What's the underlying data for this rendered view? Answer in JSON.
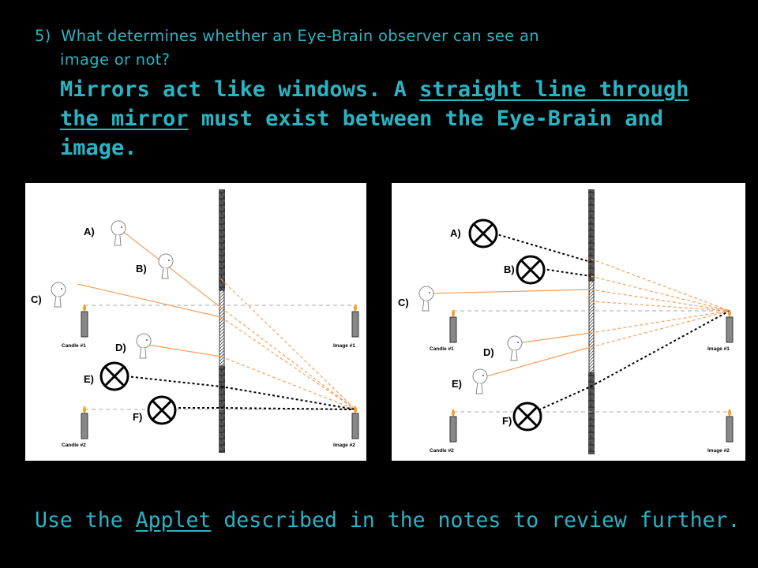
{
  "question": {
    "number": "5)",
    "line1": "What determines whether an Eye-Brain observer can see an",
    "line2": "image or not?"
  },
  "answer": {
    "part1": "Mirrors act like windows. A ",
    "underline1": "straight line through",
    "underline2": "the mirror",
    "part2": " must exist between the Eye-Brain and image."
  },
  "footer": {
    "before": "Use the ",
    "link": "Applet",
    "after": " described in the notes to review further."
  },
  "colors": {
    "text": "#2ab3c4",
    "background": "#000000",
    "ray_orange": "#f5a05a",
    "blocked": "#000000"
  },
  "left_diagram": {
    "labels": [
      "A)",
      "B)",
      "C)",
      "D)",
      "E)",
      "F)"
    ],
    "candle1": "Candle #1",
    "candle2": "Candle #2",
    "image1": "Image #1",
    "image2": "Image #2"
  },
  "right_diagram": {
    "labels": [
      "A)",
      "B)",
      "C)",
      "D)",
      "E)",
      "F)"
    ],
    "candle1": "Candle #1",
    "candle2": "Candle #2",
    "image1": "Image #1",
    "image2": "Image #2"
  }
}
